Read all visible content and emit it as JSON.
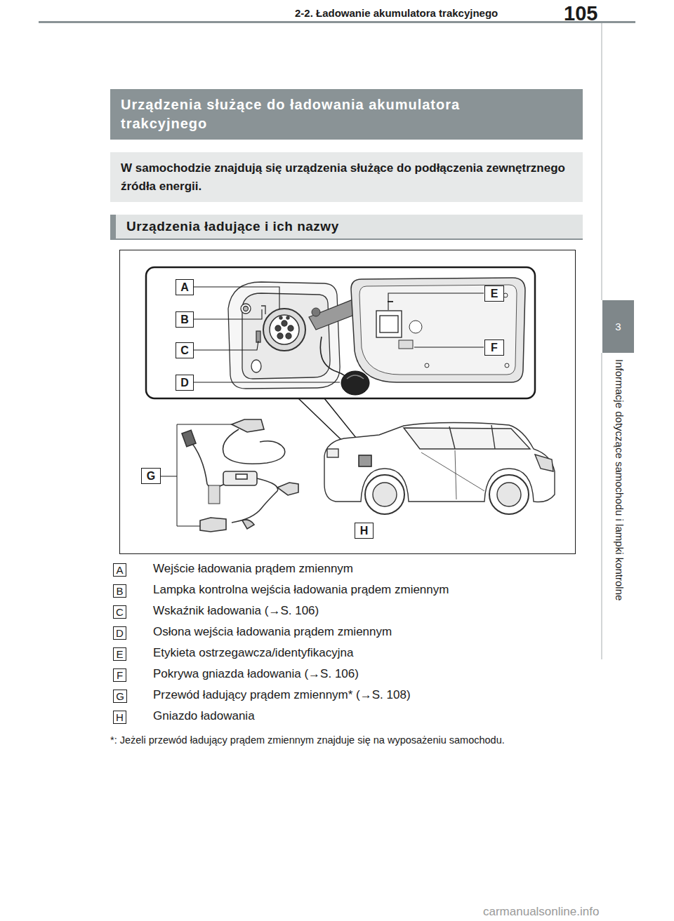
{
  "diagram": {
    "nodes": [
      {
        "text": [
          "3"
        ]
      },
      {
        "text": [
          "Urządzenia służące do ładowania akumulatora trakcyjnego"
        ]
      },
      {
        "text": [
          "W samochodzie znajdują się urządzenia służące do podłączenia zewnętrznego źródła energii."
        ]
      },
      {
        "text": [
          "Urządzenia ładujące i ich nazwy"
        ]
      },
      {
        "text": [
          "A"
        ]
      },
      {
        "text": [
          "B"
        ]
      },
      {
        "text": [
          "C"
        ]
      },
      {
        "text": [
          "D"
        ]
      },
      {
        "text": [
          "E"
        ]
      },
      {
        "text": [
          "F"
        ]
      },
      {
        "text": [
          "G"
        ]
      },
      {
        "text": [
          "H"
        ]
      },
      {
        "text": [
          "A"
        ]
      },
      {
        "text": [
          "B"
        ]
      },
      {
        "text": [
          "C"
        ]
      },
      {
        "text": [
          "D"
        ]
      },
      {
        "text": [
          "E"
        ]
      },
      {
        "text": [
          "F"
        ]
      },
      {
        "text": [
          "G"
        ]
      },
      {
        "text": [
          "H"
        ]
      }
    ],
    "labels": [
      "2-2. Ładowanie akumulatora trakcyjnego",
      "105",
      "Informacje dotyczące samochodu i lampki kontrolne",
      "Wejście ładowania prądem zmiennym",
      "Lampka kontrolna wejścia ładowania prądem zmiennym",
      "Wskaźnik ładowania (→S. 106)",
      "Osłona wejścia ładowania prądem zmiennym",
      "Etykieta ostrzegawcza/identyfikacyjna",
      "Pokrywa gniazda ładowania (→S. 106)",
      "Przewód ładujący prądem zmiennym* (→S. 108)",
      "Gniazdo ładowania",
      "*: Jeżeli przewód ładujący prądem zmiennym znajduje się na wyposażeniu samochodu.",
      "carmanualsonline.info"
    ]
  }
}
